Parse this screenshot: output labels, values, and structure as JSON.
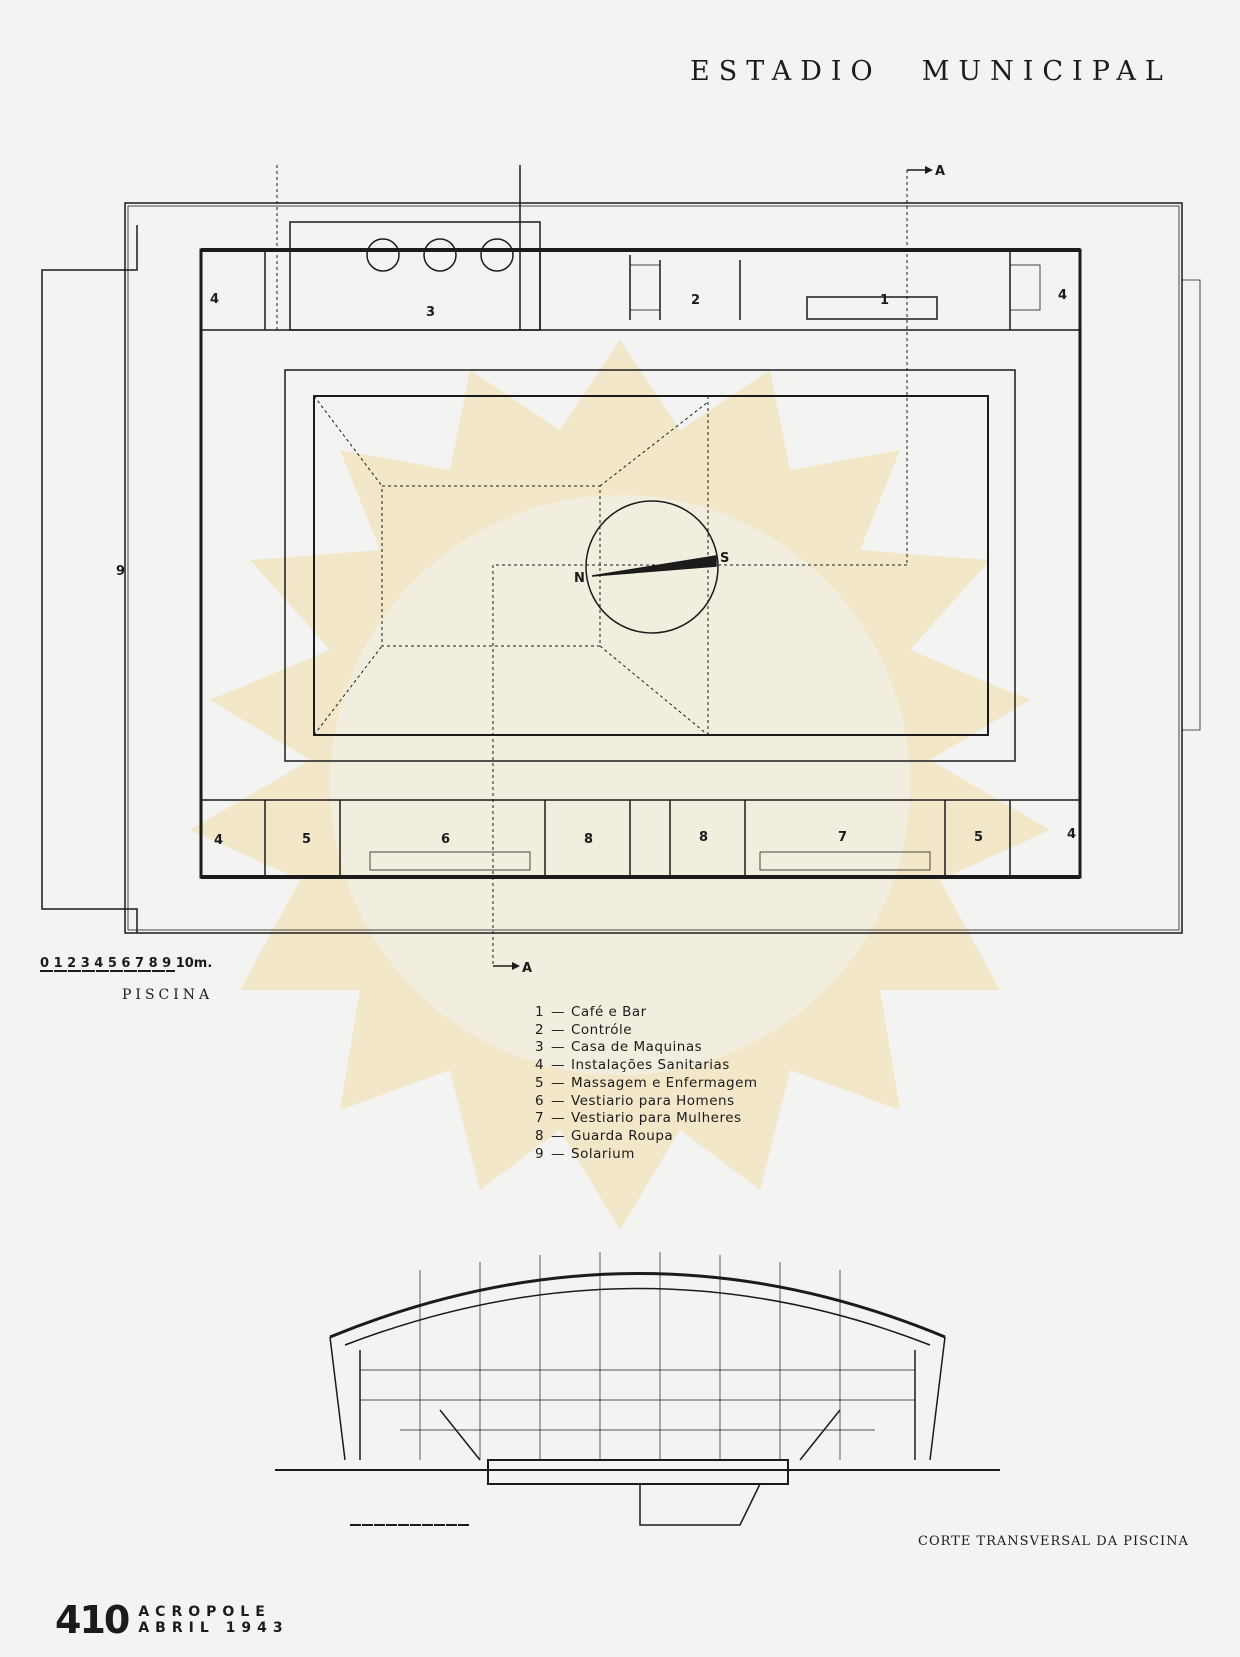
{
  "header": {
    "title_word1": "ESTADIO",
    "title_word2": "MUNICIPAL"
  },
  "plan": {
    "rooms": {
      "r1": "1",
      "r2": "2",
      "r3": "3",
      "r4a": "4",
      "r4b": "4",
      "r4c": "4",
      "r4d": "4",
      "r5a": "5",
      "r5b": "5",
      "r6": "6",
      "r7": "7",
      "r8a": "8",
      "r8b": "8",
      "r9": "9"
    },
    "section_marker_top": "A",
    "section_marker_bottom": "A",
    "compass_north": "N",
    "compass_south": "S",
    "scale_label": "0 1 2 3 4 5 6 7 8 9 10m."
  },
  "plan_caption": "PISCINA",
  "legend": [
    {
      "num": "1",
      "label": "Café e Bar"
    },
    {
      "num": "2",
      "label": "Contróle"
    },
    {
      "num": "3",
      "label": "Casa de Maquinas"
    },
    {
      "num": "4",
      "label": "Instalações Sanitarias"
    },
    {
      "num": "5",
      "label": "Massagem e Enfermagem"
    },
    {
      "num": "6",
      "label": "Vestiario para Homens"
    },
    {
      "num": "7",
      "label": "Vestiario para Mulheres"
    },
    {
      "num": "8",
      "label": "Guarda Roupa"
    },
    {
      "num": "9",
      "label": "Solarium"
    }
  ],
  "section_caption": "CORTE TRANSVERSAL DA PISCINA",
  "footer": {
    "page_number": "410",
    "magazine": "ACROPOLE",
    "issue": "ABRIL 1943"
  },
  "colors": {
    "paper": "#f3f3f1",
    "ink": "#1b1b1b",
    "watermark": "#f1e3b8"
  }
}
